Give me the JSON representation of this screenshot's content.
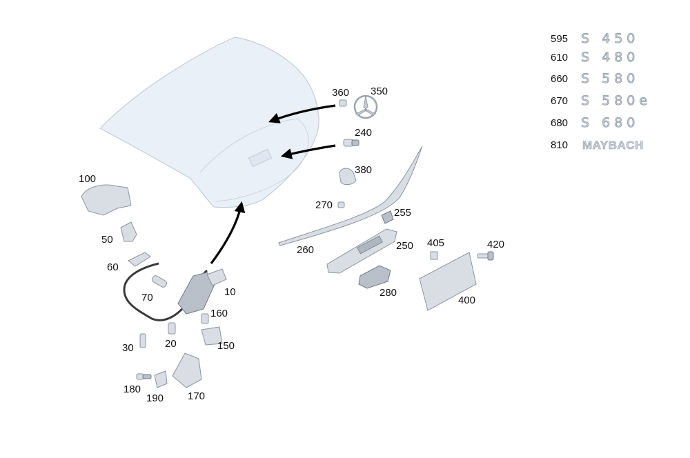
{
  "badges": [
    {
      "number": "595",
      "text": "S 450"
    },
    {
      "number": "610",
      "text": "S 480"
    },
    {
      "number": "660",
      "text": "S 580"
    },
    {
      "number": "670",
      "text": "S 580e"
    },
    {
      "number": "680",
      "text": "S 680"
    },
    {
      "number": "810",
      "text": "MAYBACH"
    }
  ],
  "callouts": {
    "c10": "10",
    "c20": "20",
    "c30": "30",
    "c50": "50",
    "c60": "60",
    "c70": "70",
    "c100": "100",
    "c150": "150",
    "c160": "160",
    "c170": "170",
    "c180": "180",
    "c190": "190",
    "c240": "240",
    "c250": "250",
    "c255": "255",
    "c260": "260",
    "c270": "270",
    "c280": "280",
    "c350": "350",
    "c360": "360",
    "c380": "380",
    "c400": "400",
    "c405": "405",
    "c420": "420"
  },
  "colors": {
    "lid_fill": "#e9f0f8",
    "part_fill": "#d9dee5",
    "badge_fill": "#c9d2dc",
    "label_text": "#111111"
  }
}
